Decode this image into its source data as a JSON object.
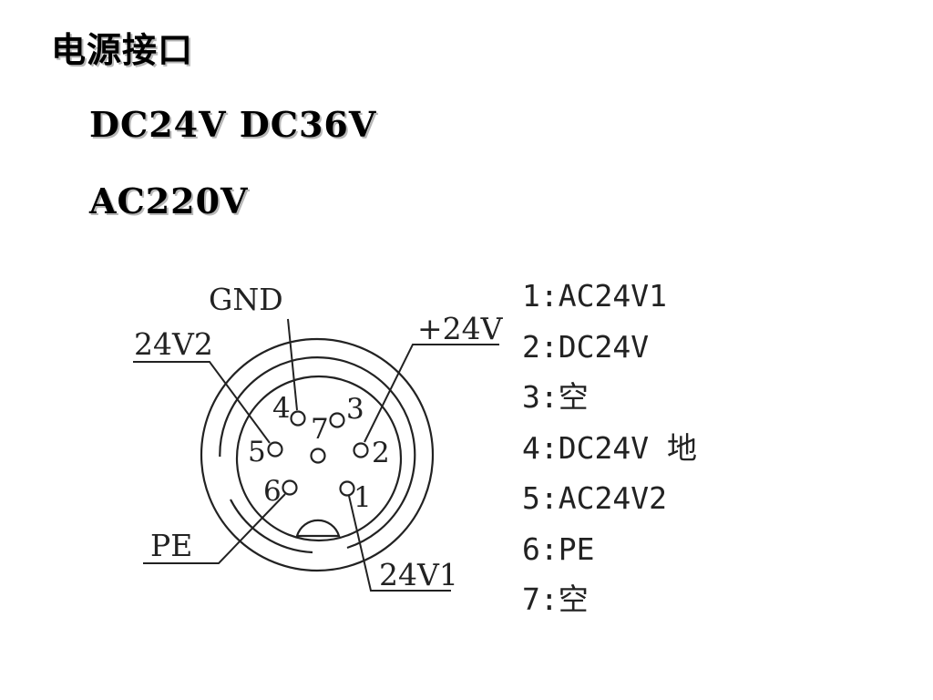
{
  "title": "电源接口",
  "voltages": {
    "dc": "DC24V DC36V",
    "ac": "AC220V"
  },
  "diagram": {
    "wire_labels": {
      "gnd": "GND",
      "v24_2": "24V2",
      "plus24": "+24V",
      "pe": "PE",
      "v24_1": "24V1"
    },
    "pin_numbers": [
      "1",
      "2",
      "3",
      "4",
      "5",
      "6",
      "7"
    ]
  },
  "pin_assignments": [
    "1:AC24V1",
    "2:DC24V",
    "3:空",
    "4:DC24V 地",
    "5:AC24V2",
    "6:PE",
    "7:空"
  ],
  "colors": {
    "text": "#000000",
    "line": "#222222",
    "shadow": "#b8b8b8",
    "background": "#ffffff"
  }
}
